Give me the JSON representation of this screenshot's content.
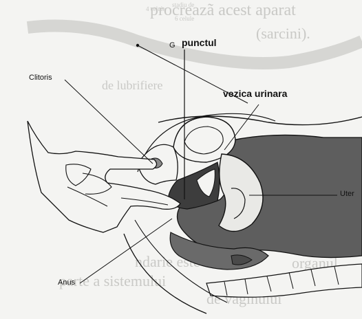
{
  "labels": {
    "g_prefix": "G",
    "g_spot": "punctul",
    "clitoris": "Clitoris",
    "bladder": "vezica urinara",
    "uterus": "Uter",
    "anus": "Anus"
  },
  "background_text": {
    "top_line": "procreazã acest aparat",
    "second_line": "(sarcini).",
    "small_1": "stadiu de",
    "small_2": "4 celule",
    "small_3": "6 celule",
    "mid_line": "de lubrifiere",
    "bottom_line_1": "ndarie este",
    "bottom_line_2": "organul",
    "bottom_line_3": "parte a sistemului",
    "bottom_line_4": "de vaginului"
  },
  "colors": {
    "ink": "#111111",
    "tissue_dark": "#5e5e5e",
    "tissue_mid": "#8a8a8a",
    "ghost": "#c9c9c6",
    "background": "#f4f4f2"
  }
}
